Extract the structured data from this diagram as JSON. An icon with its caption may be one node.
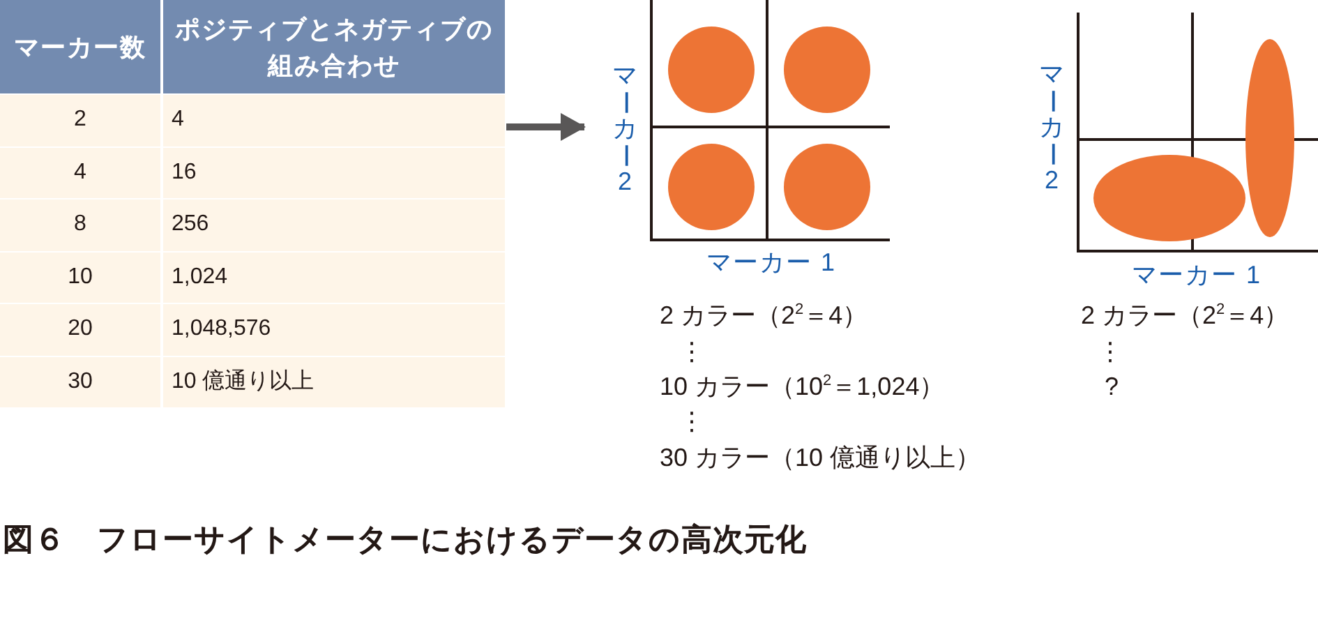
{
  "diagram": {
    "nodes": [
      {
        "text": [
          "マーカー数",
          "ポジティブとネガティブの組み合わせ",
          "2",
          "4",
          "4",
          "16",
          "8",
          "256",
          "10",
          "1,024",
          "20",
          "1,048,576",
          "30",
          "10 億通り以上"
        ]
      },
      {
        "text": [
          "マーカー2",
          "マーカー 1"
        ],
        "beside": [
          "2 カラー（2$^{2}$＝4）",
          "⋮",
          "10 カラー（10$^{2}$＝1,024）",
          "⋮",
          "30 カラー（10 億通り以上）"
        ]
      },
      {
        "text": [],
        "shape": "circle",
        "in": 1
      },
      {
        "text": [],
        "shape": "circle",
        "in": 1
      },
      {
        "text": [],
        "shape": "circle",
        "in": 1
      },
      {
        "text": [],
        "shape": "circle",
        "in": 1
      },
      {
        "text": [
          "マーカー2",
          "マーカー 1"
        ],
        "beside": [
          "2 カラー（2$^{2}$＝4）",
          "⋮",
          "?"
        ]
      },
      {
        "text": [],
        "shape": "ellipse",
        "in": 6
      },
      {
        "text": [],
        "shape": "ellipse",
        "in": 6
      }
    ],
    "edges": [
      {
        "from": 0,
        "to": 1,
        "arrow": "to"
      }
    ],
    "caption": "図６　フローサイトメーターにおけるデータの高次元化"
  }
}
